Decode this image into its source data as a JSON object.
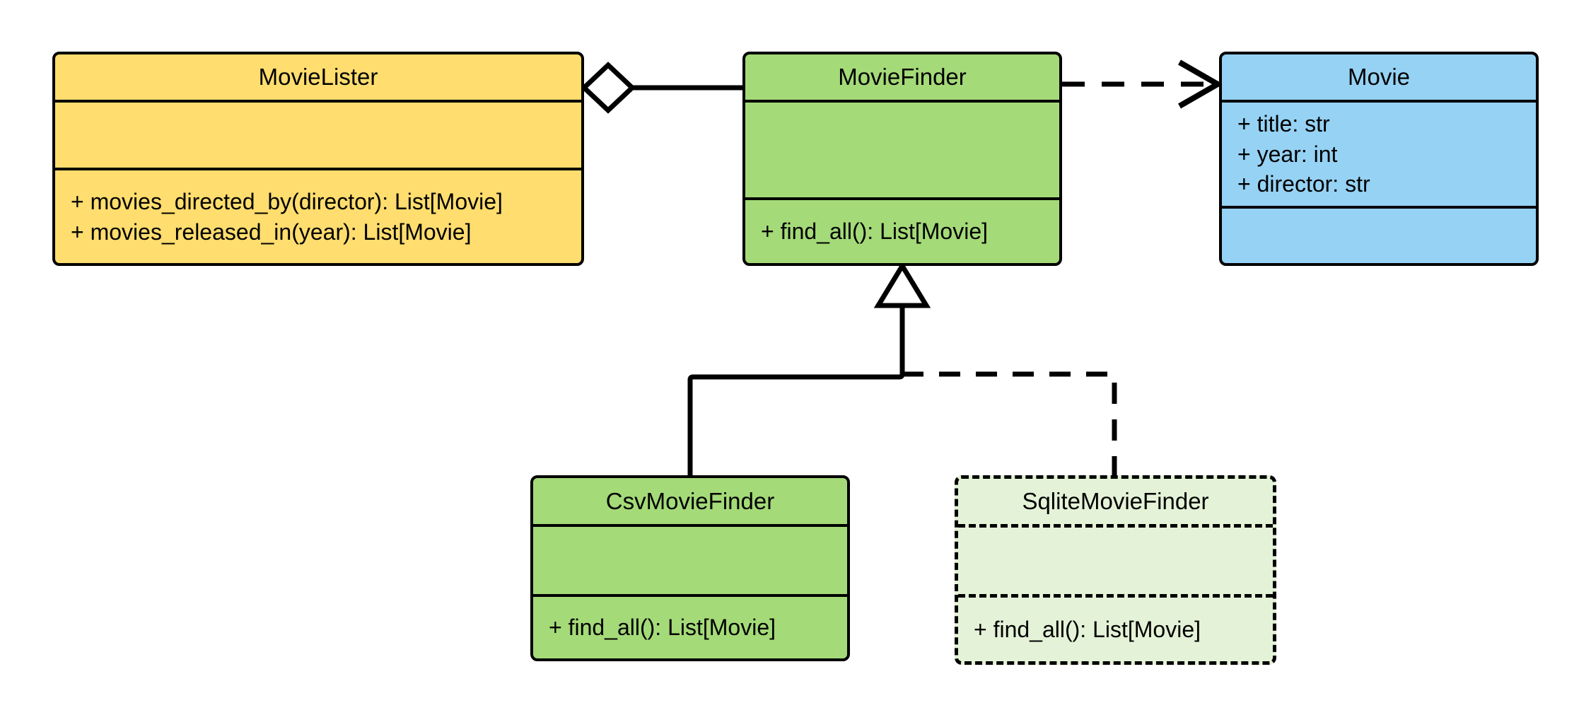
{
  "diagram": {
    "type": "uml-class-diagram",
    "background": "#ffffff",
    "classes": [
      {
        "id": "movielister",
        "name": "MovieLister",
        "fill": "#FFDD6E",
        "border": "solid",
        "attributes": [],
        "methods": [
          "+ movies_directed_by(director): List[Movie]",
          "+ movies_released_in(year): List[Movie]"
        ]
      },
      {
        "id": "moviefinder",
        "name": "MovieFinder",
        "fill": "#A4DA78",
        "border": "solid",
        "attributes": [],
        "methods": [
          "+ find_all(): List[Movie]"
        ]
      },
      {
        "id": "movie",
        "name": "Movie",
        "fill": "#96D2F4",
        "border": "solid",
        "attributes": [
          "+ title: str",
          "+ year: int",
          "+ director: str"
        ],
        "methods": []
      },
      {
        "id": "csvmoviefinder",
        "name": "CsvMovieFinder",
        "fill": "#A4DA78",
        "border": "solid",
        "attributes": [],
        "methods": [
          "+ find_all(): List[Movie]"
        ]
      },
      {
        "id": "sqlitemoviefinder",
        "name": "SqliteMovieFinder",
        "fill": "#E4F2D7",
        "border": "dashed",
        "attributes": [],
        "methods": [
          "+ find_all(): List[Movie]"
        ]
      }
    ],
    "relationships": [
      {
        "id": "rel-aggregation",
        "kind": "aggregation",
        "from": "MovieLister",
        "to": "MovieFinder",
        "line": "solid",
        "source_marker": "hollow-diamond",
        "target_marker": "none"
      },
      {
        "id": "rel-dependency",
        "kind": "dependency",
        "from": "MovieFinder",
        "to": "Movie",
        "line": "dashed",
        "source_marker": "none",
        "target_marker": "open-arrow"
      },
      {
        "id": "rel-generalization-csv",
        "kind": "generalization",
        "from": "CsvMovieFinder",
        "to": "MovieFinder",
        "line": "solid",
        "source_marker": "none",
        "target_marker": "hollow-triangle"
      },
      {
        "id": "rel-generalization-sqlite",
        "kind": "generalization",
        "from": "SqliteMovieFinder",
        "to": "MovieFinder",
        "line": "dashed",
        "source_marker": "none",
        "target_marker": "hollow-triangle"
      }
    ]
  }
}
